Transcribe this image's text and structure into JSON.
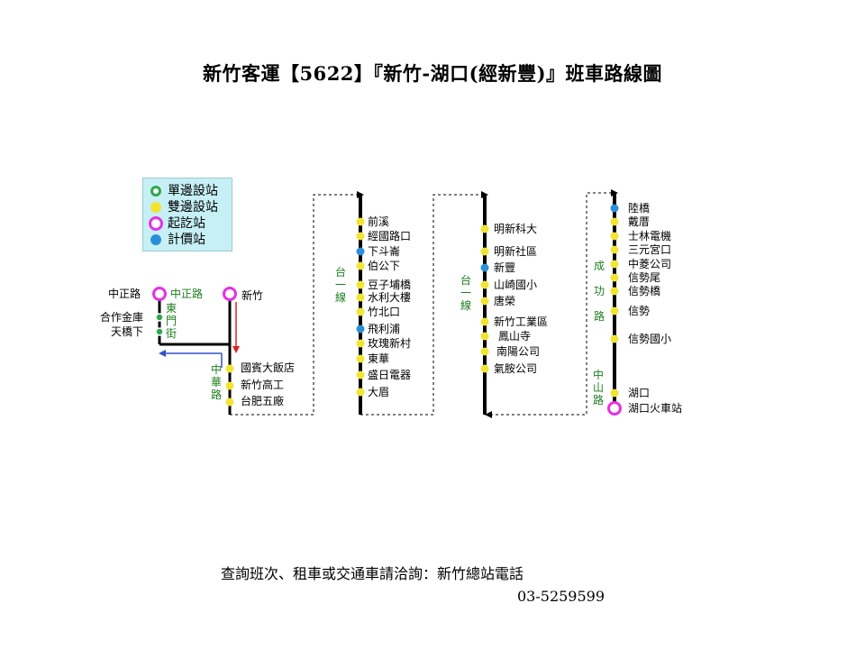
{
  "title": "新竹客運【5622】『新竹-湖口(經新豐)』班車路線圖",
  "legend": {
    "single_side": "單邊設站",
    "double_side": "雙邊設站",
    "terminal": "起訖站",
    "fare_stage": "計價站"
  },
  "colors": {
    "single_side": "#2fa84a",
    "double_side": "#f2e531",
    "terminal": "#e531e5",
    "fare_stage": "#2a8fd9",
    "route": "#000000",
    "direction_down": "#e02020",
    "direction_left": "#3050c8",
    "road_label": "#1e7d1e"
  },
  "roads": {
    "zhongzheng_left": "中正路",
    "zhongzheng_green": "中正路",
    "dongmen": "東門街",
    "zhonghua": "中華路",
    "tai1_a": "台一線",
    "tai1_b": "台一線",
    "chenggong": "成功路",
    "zhongshan": "中山路"
  },
  "stops": {
    "start": "新竹",
    "hezuojinku": "合作金庫",
    "tianqiaoxia": "天橋下",
    "section1": [
      "國賓大飯店",
      "新竹高工",
      "台肥五廠"
    ],
    "section2": [
      "前溪",
      "經國路口",
      "下斗崙",
      "伯公下",
      "豆子埔橋",
      "水利大樓",
      "竹北口",
      "飛利浦",
      "玫瑰新村",
      "東華",
      "盛日電器",
      "大眉"
    ],
    "section3": [
      "明新科大",
      "明新社區",
      "新豐",
      "山崎國小",
      "唐榮",
      "新竹工業區",
      "鳳山寺",
      "南陽公司",
      "氣胺公司"
    ],
    "section4": [
      "陸橋",
      "戴厝",
      "士林電機",
      "三元宮口",
      "中菱公司",
      "信勢尾",
      "信勢橋",
      "信勢",
      "信勢國小",
      "湖口",
      "湖口火車站"
    ]
  },
  "footer": {
    "line1": "查詢班次、租車或交通車請洽詢：新竹總站電話",
    "phone": "03-5259599"
  }
}
